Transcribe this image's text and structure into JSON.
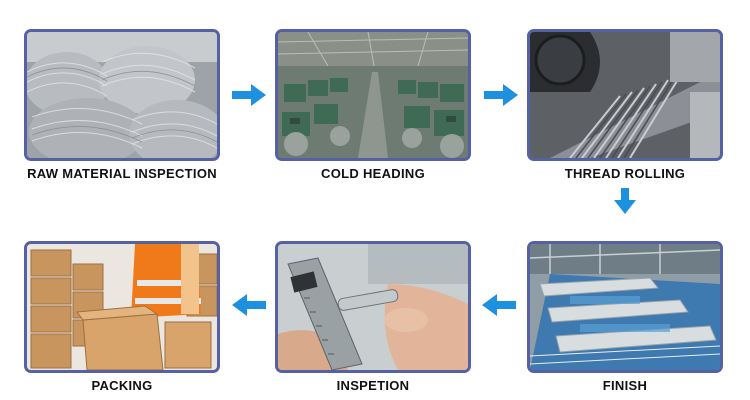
{
  "process": {
    "steps": [
      {
        "label": "RAW MATERIAL INSPECTION"
      },
      {
        "label": "COLD HEADING"
      },
      {
        "label": "THREAD ROLLING"
      },
      {
        "label": "FINISH"
      },
      {
        "label": "INSPETION"
      },
      {
        "label": "PACKING"
      }
    ]
  },
  "colors": {
    "frame_border": "#5560a5",
    "arrow": "#1e90e0"
  }
}
